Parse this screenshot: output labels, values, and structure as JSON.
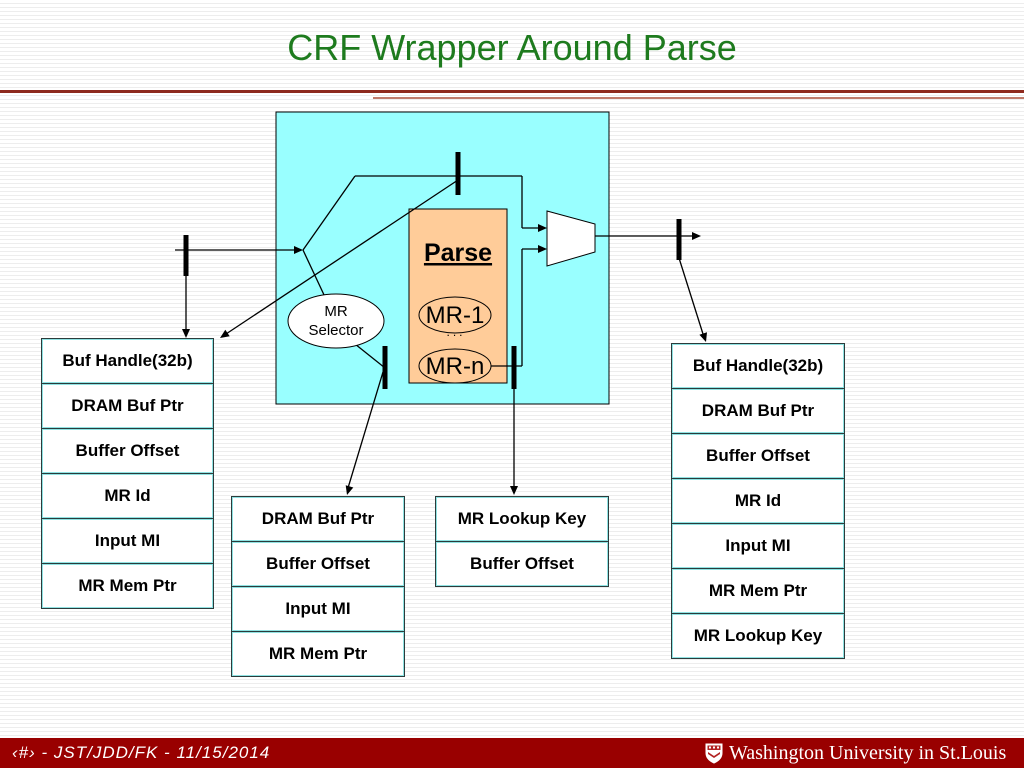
{
  "slide": {
    "title": "CRF Wrapper Around Parse",
    "colors": {
      "title": "#1E7B1E",
      "rule": "#8E2A1E",
      "footer": "#990000",
      "wrapper_block": "#99FFFF",
      "parse_block": "#FFCC99"
    }
  },
  "diagram": {
    "parse_label": "Parse",
    "mr_first": "MR-1",
    "mr_ellipsis": "...",
    "mr_last": "MR-n",
    "selector_line1": "MR",
    "selector_line2": "Selector"
  },
  "tables": {
    "left": {
      "rows": [
        "Buf Handle(32b)",
        "DRAM Buf Ptr",
        "Buffer Offset",
        "MR Id",
        "Input MI",
        "MR Mem Ptr"
      ]
    },
    "middle_a": {
      "rows": [
        "DRAM Buf Ptr",
        "Buffer Offset",
        "Input MI",
        "MR Mem Ptr"
      ]
    },
    "middle_b": {
      "rows": [
        "MR Lookup Key",
        "Buffer Offset"
      ]
    },
    "right": {
      "rows": [
        "Buf Handle(32b)",
        "DRAM Buf Ptr",
        "Buffer Offset",
        "MR Id",
        "Input MI",
        "MR Mem Ptr",
        "MR Lookup Key"
      ]
    }
  },
  "footer": {
    "slide_info": "‹#› - JST/JDD/FK - 11/15/2014",
    "logo_text": "Washington University in St.Louis",
    "logo_icon": "wustl-shield-icon"
  }
}
